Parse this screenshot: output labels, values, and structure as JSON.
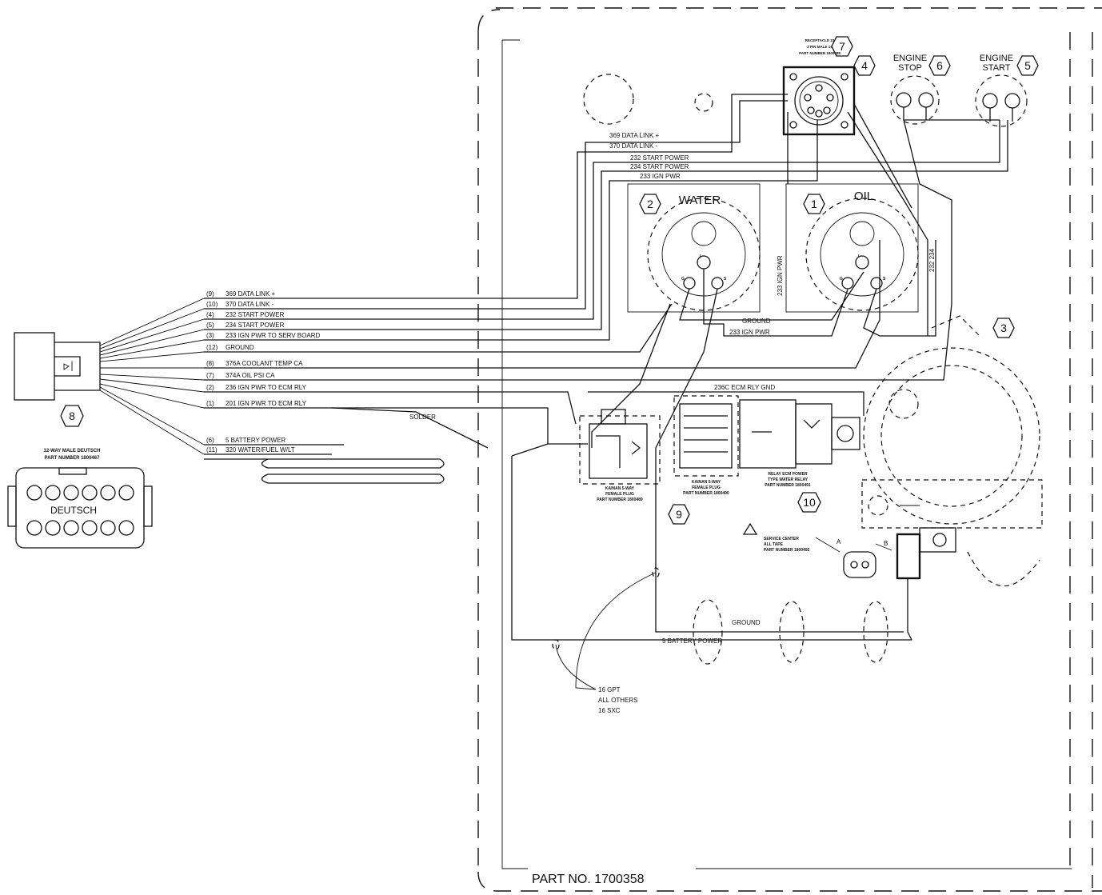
{
  "part_number": "PART NO. 1700358",
  "callouts": [
    "1",
    "2",
    "3",
    "4",
    "5",
    "6",
    "7",
    "8",
    "9",
    "10"
  ],
  "gauges": {
    "water": "WATER",
    "oil": "OIL"
  },
  "switches": {
    "engine_stop": [
      "ENGINE",
      "STOP"
    ],
    "engine_start": [
      "ENGINE",
      "START"
    ]
  },
  "receptacle_note": [
    "RECEPTACLE 10",
    "2 PIN MALE 14",
    "PART NUMBER 1800488"
  ],
  "connector_note": [
    "12-WAY MALE DEUTSCH",
    "PART NUMBER 1800467"
  ],
  "deutsch_label": "DEUTSCH",
  "harness_wires": [
    {
      "pin": "(9)",
      "label": "369 DATA LINK +"
    },
    {
      "pin": "(10)",
      "label": "370 DATA LINK -"
    },
    {
      "pin": "(4)",
      "label": "232 START POWER"
    },
    {
      "pin": "(5)",
      "label": "234 START POWER"
    },
    {
      "pin": "(3)",
      "label": "233 IGN PWR TO SERV BOARD"
    },
    {
      "pin": "(12)",
      "label": "GROUND"
    },
    {
      "pin": "(8)",
      "label": "376A COOLANT TEMP CA"
    },
    {
      "pin": "(7)",
      "label": "374A OIL PSI CA"
    },
    {
      "pin": "(2)",
      "label": "236 IGN PWR TO ECM RLY"
    },
    {
      "pin": "(1)",
      "label": "201 IGN PWR TO ECM RLY"
    },
    {
      "pin": "(6)",
      "label": "5 BATTERY POWER"
    },
    {
      "pin": "(11)",
      "label": "320 WATER/FUEL W/LT"
    }
  ],
  "top_wires": [
    "369 DATA LINK +",
    "370 DATA LINK -",
    "232 START POWER",
    "234 START POWER",
    "233 IGN PWR"
  ],
  "inner_labels": {
    "ign_pwr_vertical": "233 IGN PWR",
    "ground_mid": "GROUND",
    "ign_pwr_mid": "233 IGN PWR",
    "ecm_rly_gnd": "236C ECM RLY GND",
    "solder": "SOLDER",
    "ground_bottom": "GROUND",
    "battery_bottom": "5 BATTERY POWER",
    "right_vertical": "232 234"
  },
  "component_notes": {
    "relay_socket": [
      "KAINAN 5-WAY",
      "FEMALE PLUG",
      "PART NUMBER 1800489"
    ],
    "socket_9": [
      "KAINAN 5-WAY",
      "FEMALE PLUG",
      "PART NUMBER 1800490"
    ],
    "relay_10": [
      "RELAY ECM POWER",
      "TYPE WATER RELAY",
      "PART NUMBER 1800491"
    ],
    "service_center": [
      "SERVICE CENTER",
      "ALL TAPE",
      "PART NUMBER 1800492"
    ]
  },
  "service_pins": {
    "a": "A",
    "b": "B"
  },
  "gauge_terminals": {
    "ignition": "I",
    "ground": "G",
    "sender": "S"
  },
  "wire_gauge_note": [
    "16 GPT",
    "ALL OTHERS",
    "16 SXC"
  ]
}
